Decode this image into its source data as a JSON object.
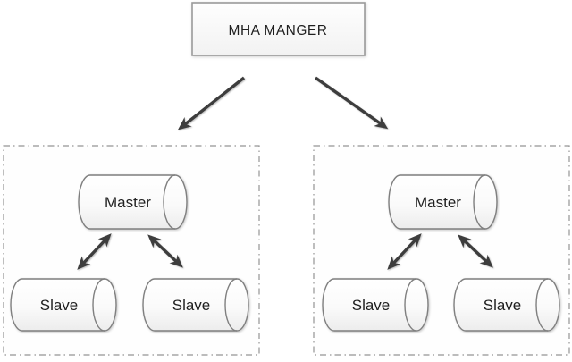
{
  "diagram": {
    "title_box": {
      "label": "MHA MANGER"
    },
    "clusters": [
      {
        "id": "left",
        "master_label": "Master",
        "slave1_label": "Slave",
        "slave2_label": "Slave"
      },
      {
        "id": "right",
        "master_label": "Master",
        "slave1_label": "Slave",
        "slave2_label": "Slave"
      }
    ],
    "colors": {
      "arrow": "#3d3d3d",
      "shape_border": "#7f7f7f",
      "cluster_border": "#949494",
      "text": "#1f1f1f",
      "shape_fill_top": "#ffffff",
      "shape_fill_bottom": "#ececec",
      "background": "#ffffff"
    }
  }
}
